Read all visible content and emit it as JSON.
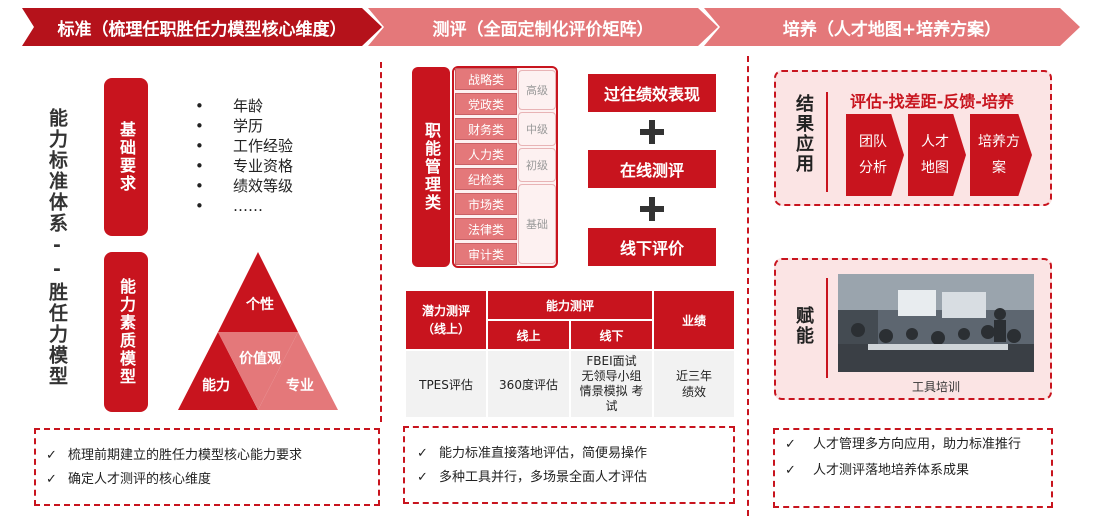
{
  "headers": {
    "standard": "标准（梳理任职胜任力模型核心维度）",
    "evaluation": "测评（全面定制化评价矩阵）",
    "training": "培养（人才地图+培养方案）"
  },
  "left": {
    "vertical_title": "能力标准体系--胜任力模型",
    "basic_label": "基础要求",
    "basic_items": [
      "年龄",
      "学历",
      "工作经验",
      "专业资格",
      "绩效等级",
      "……"
    ],
    "quality_label": "能力素质模型",
    "triangle": {
      "top": "个性",
      "center": "价值观",
      "left": "能力",
      "right": "专业"
    },
    "notes": [
      "梳理前期建立的胜任力模型核心能力要求",
      "确定人才测评的核心维度"
    ]
  },
  "middle": {
    "job_label": "职能管理类",
    "categories": [
      "战略类",
      "党政类",
      "财务类",
      "人力类",
      "纪检类",
      "市场类",
      "法律类",
      "审计类"
    ],
    "levels": [
      "高级",
      "中级",
      "初级",
      "基础"
    ],
    "eval_boxes": [
      "过往绩效表现",
      "在线测评",
      "线下评价"
    ],
    "table": {
      "potential": "潜力测评（线上）",
      "ability": "能力测评",
      "performance": "业绩",
      "online": "线上",
      "offline": "线下",
      "tpes": "TPES评估",
      "degree360": "360度评估",
      "fbei": "FBEI面试 无领导小组 情景模拟 考试",
      "recent": "近三年 绩效"
    },
    "notes": [
      "能力标准直接落地评估，简便易操作",
      "多种工具并行，多场景全面人才评估"
    ]
  },
  "right": {
    "result_label": "结果应用",
    "result_title": "评估-找差距-反馈-培养",
    "result_items": [
      "团队分析",
      "人才地图",
      "培养方案"
    ],
    "empower_label": "赋能",
    "photo_caption": "工具培训",
    "notes": [
      "人才管理多方向应用，助力标准推行",
      "人才测评落地培养体系成果"
    ]
  },
  "colors": {
    "primary": "#c8141e",
    "light": "#e4787a",
    "pale": "#fbe4e4"
  },
  "icons": {
    "check": "✓",
    "bullet": "•",
    "plus": "plus-icon"
  }
}
